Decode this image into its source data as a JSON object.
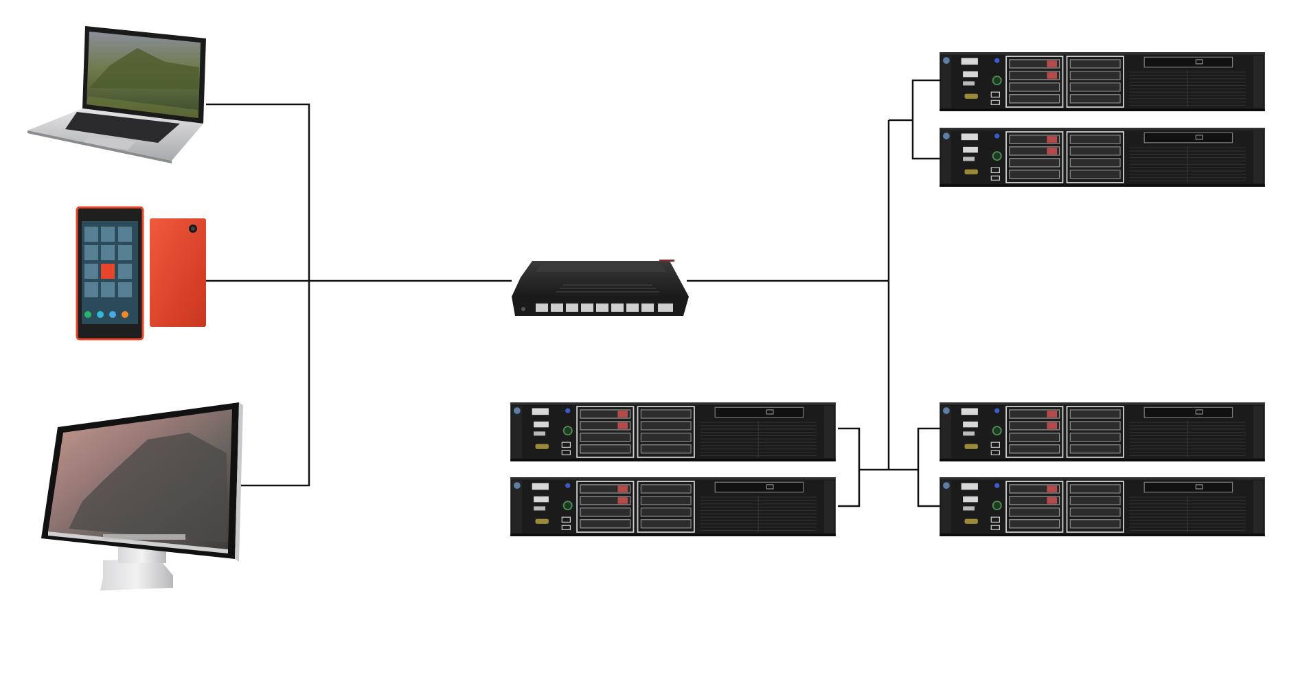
{
  "diagram": {
    "kind": "network-topology",
    "clients": [
      {
        "id": "laptop",
        "icon": "laptop-icon"
      },
      {
        "id": "phone",
        "icon": "smartphone-icon"
      },
      {
        "id": "monitor",
        "icon": "desktop-monitor-icon"
      }
    ],
    "hub": {
      "id": "network-switch",
      "icon": "network-switch-icon",
      "ports": 8
    },
    "servers": [
      {
        "id": "server-top-right-1",
        "icon": "rack-server-icon"
      },
      {
        "id": "server-top-right-2",
        "icon": "rack-server-icon"
      },
      {
        "id": "server-bottom-middle-1",
        "icon": "rack-server-icon"
      },
      {
        "id": "server-bottom-middle-2",
        "icon": "rack-server-icon"
      },
      {
        "id": "server-bottom-right-1",
        "icon": "rack-server-icon"
      },
      {
        "id": "server-bottom-right-2",
        "icon": "rack-server-icon"
      }
    ],
    "connections": [
      [
        "laptop",
        "network-switch"
      ],
      [
        "phone",
        "network-switch"
      ],
      [
        "monitor",
        "network-switch"
      ],
      [
        "network-switch",
        "server-top-right-1"
      ],
      [
        "network-switch",
        "server-top-right-2"
      ],
      [
        "network-switch",
        "server-bottom-middle-1"
      ],
      [
        "network-switch",
        "server-bottom-middle-2"
      ],
      [
        "network-switch",
        "server-bottom-right-1"
      ],
      [
        "network-switch",
        "server-bottom-right-2"
      ]
    ],
    "colors": {
      "link_line": "#111111",
      "server_body": "#1c1c1c",
      "drive_accent": "#b44a4a",
      "phone_back": "#e8452a",
      "switch_body": "#2a2a2a"
    }
  }
}
